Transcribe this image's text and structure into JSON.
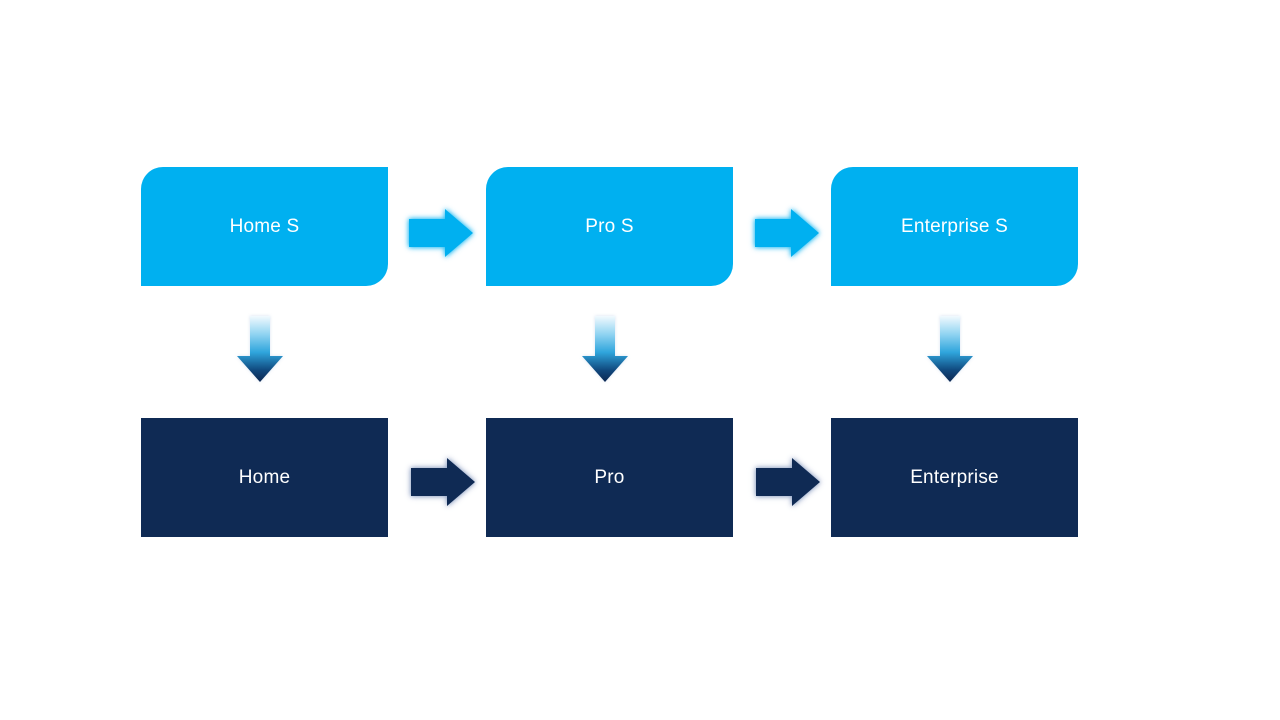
{
  "diagram": {
    "top_row": [
      {
        "label": "Home S"
      },
      {
        "label": "Pro S"
      },
      {
        "label": "Enterprise S"
      }
    ],
    "bottom_row": [
      {
        "label": "Home"
      },
      {
        "label": "Pro"
      },
      {
        "label": "Enterprise"
      }
    ],
    "colors": {
      "background": "#FFFFFF",
      "top_box_fill": "#00B0F0",
      "bottom_box_fill": "#0F2A54",
      "label_text": "#FFFFFF",
      "top_arrow_fill": "#00B0F0",
      "top_arrow_glow": "#66D4FF",
      "bottom_arrow_fill": "#0F2A54",
      "bottom_arrow_glow": "#8094BC",
      "down_arrow_gradient_top": "#F2FAFE",
      "down_arrow_gradient_mid": "#2FA5DC",
      "down_arrow_gradient_bottom": "#0C2750"
    }
  }
}
